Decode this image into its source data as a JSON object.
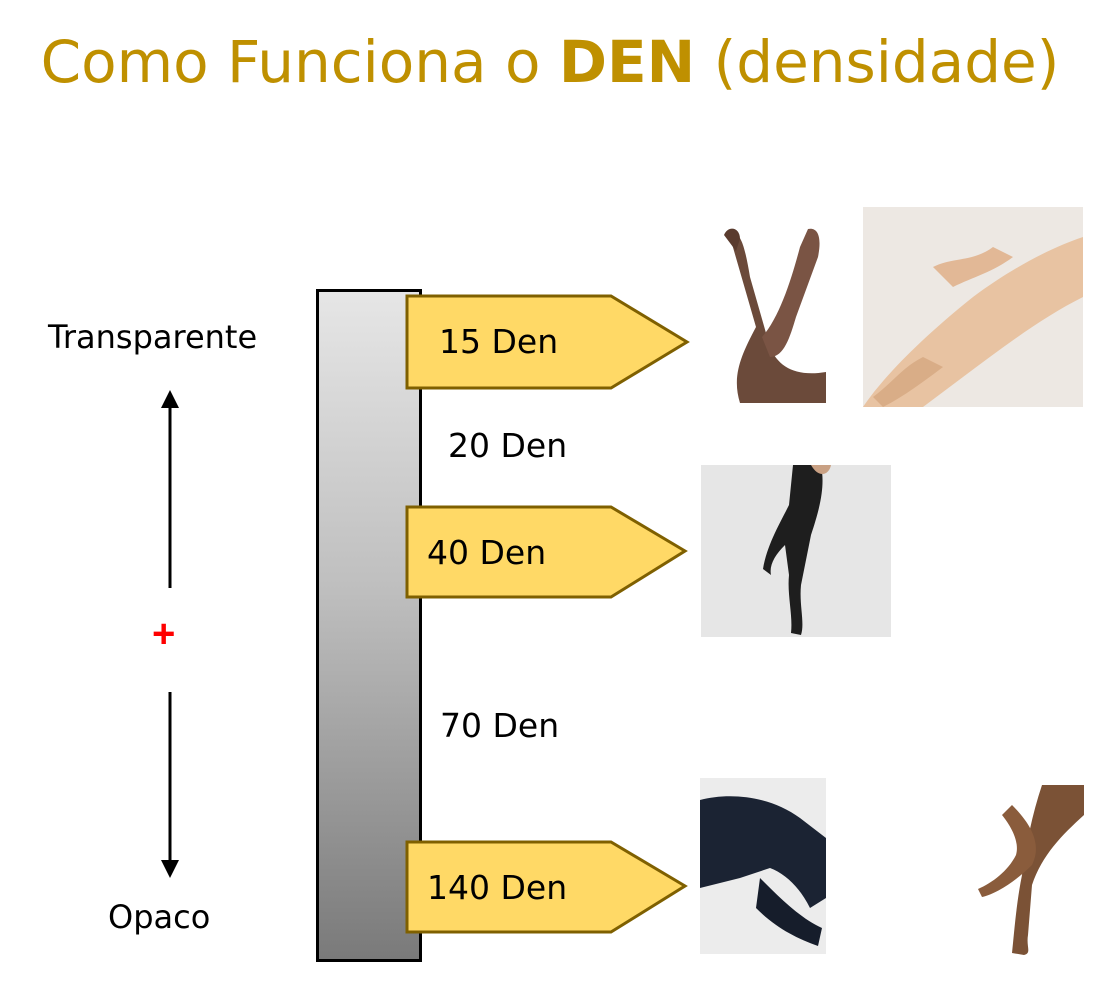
{
  "title": {
    "prefix": "Como Funciona o ",
    "bold": "DEN",
    "suffix": " (densidade)"
  },
  "axis": {
    "top_label": "Transparente",
    "bottom_label": "Opaco",
    "center_symbol": "+"
  },
  "tags": [
    {
      "label": "15 Den"
    },
    {
      "label": "40 Den"
    },
    {
      "label": "140 Den"
    }
  ],
  "intermediate_labels": [
    "20 Den",
    "70 Den"
  ],
  "colors": {
    "title": "#bf9000",
    "tag_fill": "#ffd966",
    "tag_stroke": "#7f6000",
    "plus": "#ff0000"
  }
}
